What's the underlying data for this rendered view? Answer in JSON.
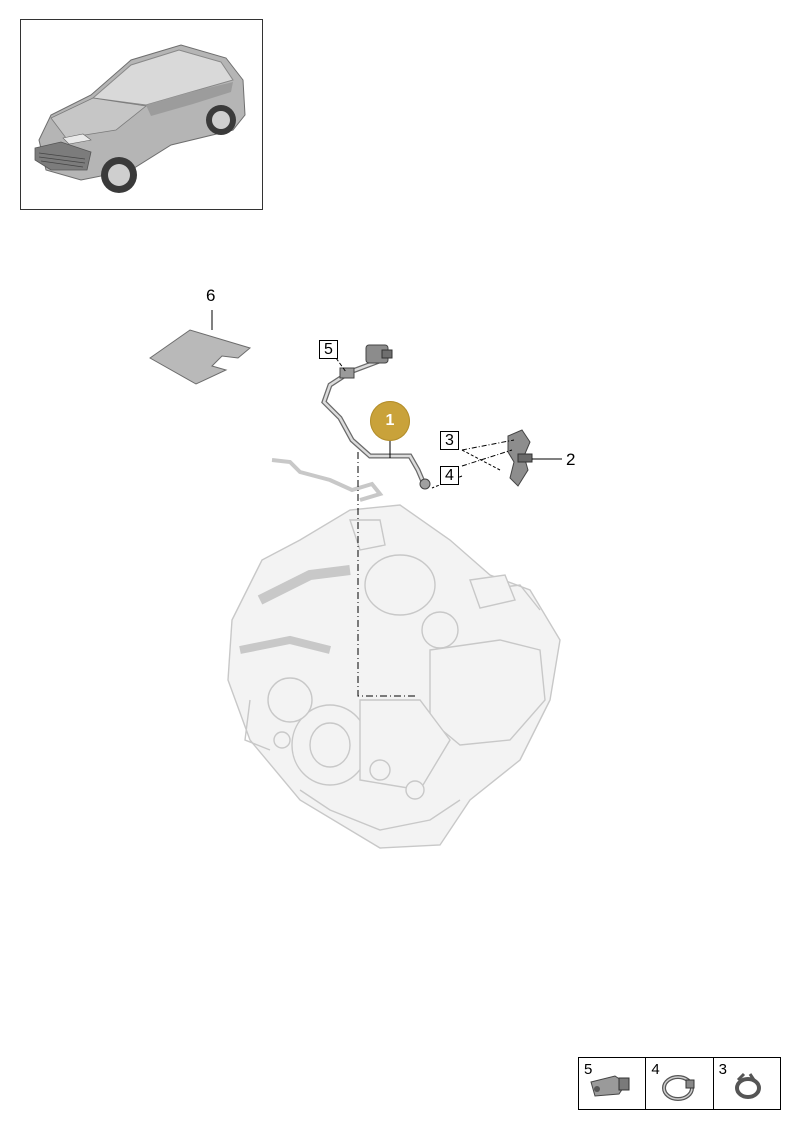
{
  "vehicle_thumbnail": {
    "icon": "car-icon"
  },
  "callouts": {
    "main": "1",
    "part2": "2",
    "part3": "3",
    "part4": "4",
    "part5": "5",
    "part6": "6"
  },
  "parts_table": [
    {
      "number": "5",
      "icon": "sensor-icon"
    },
    {
      "number": "4",
      "icon": "hose-clamp-icon"
    },
    {
      "number": "3",
      "icon": "spring-clamp-icon"
    }
  ],
  "colors": {
    "callout_highlight": "#c9a23a",
    "engine_outline": "#c8c8c8",
    "engine_fill": "#f1f1f1",
    "car_body": "#a9a9a9"
  }
}
